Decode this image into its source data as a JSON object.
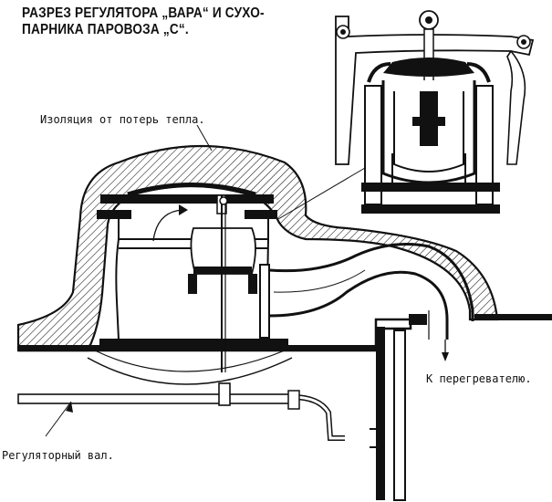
{
  "title": {
    "line1": "РАЗРЕЗ РЕГУЛЯТОРА „ВАРА“ И СУХО-",
    "line2": "ПАРНИКА ПАРОВОЗА „С“."
  },
  "labels": {
    "insulation": "Изоляция от потерь тепла.",
    "superheater": "К перегревателю.",
    "regulator_shaft": "Регуляторный вал."
  },
  "colors": {
    "ink": "#111111",
    "paper": "#ffffff"
  }
}
